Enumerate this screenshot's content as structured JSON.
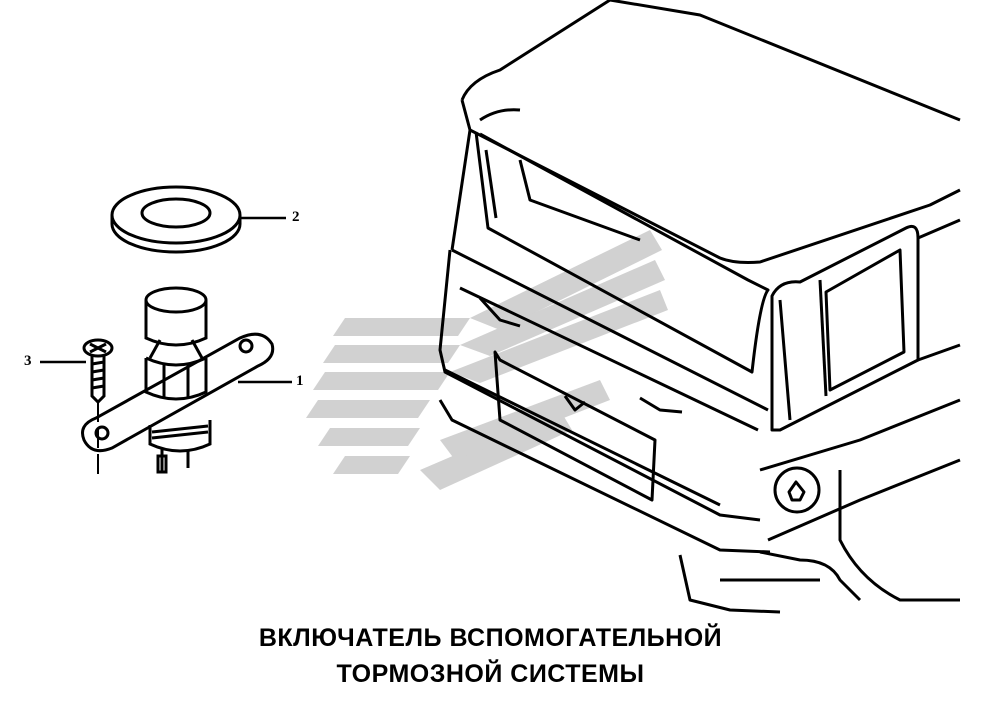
{
  "diagram": {
    "callouts": [
      {
        "id": "1",
        "part": "switch-with-bracket"
      },
      {
        "id": "2",
        "part": "washer"
      },
      {
        "id": "3",
        "part": "screw"
      }
    ],
    "title_line1": "ВКЛЮЧАТЕЛЬ ВСПОМОГАТЕЛЬНОЙ",
    "title_line2": "ТОРМОЗНОЙ СИСТЕМЫ",
    "watermark_color": "#c8c8c8",
    "line_color": "#000000"
  }
}
